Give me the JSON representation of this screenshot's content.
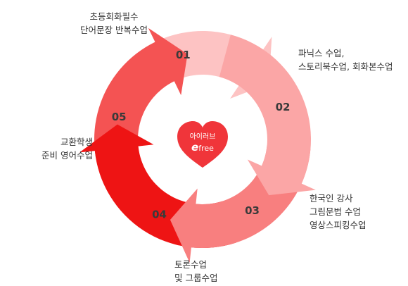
{
  "steps": [
    {
      "number": "01",
      "lines": [
        "초등회화필수",
        "단어문장 반복수업"
      ],
      "color": "#fdc3c3"
    },
    {
      "number": "02",
      "lines": [
        "파닉스 수업,",
        "스토리북수업, 회화본수업"
      ],
      "color": "#fba6a6"
    },
    {
      "number": "03",
      "lines": [
        "한국인 강사",
        "그림문법 수업",
        "영상스피킹수업"
      ],
      "color": "#f87f7f"
    },
    {
      "number": "04",
      "lines": [
        "토론수업",
        "및 그룹수업"
      ],
      "color": "#ee1414"
    },
    {
      "number": "05",
      "lines": [
        "교환학생",
        "준비 영어수업"
      ],
      "color": "#f45353"
    }
  ],
  "center": {
    "line1": "아이러브",
    "logo_e": "e",
    "logo_rest": "free",
    "heart_color": "#f0353a"
  }
}
